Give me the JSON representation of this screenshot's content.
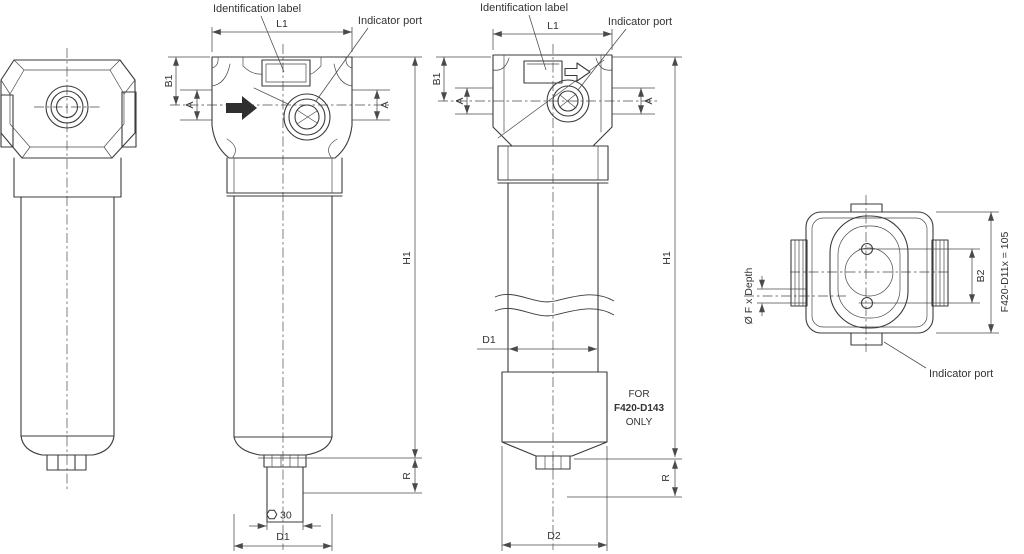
{
  "drawing": {
    "background": "#ffffff",
    "line_color": "#3b3b3b",
    "dim_color": "#4a4a4a",
    "text_color": "#333333",
    "callouts": {
      "identification_label": "Identification label",
      "indicator_port": "Indicator port"
    },
    "dimensions": {
      "l1": "L1",
      "b1": "B1",
      "a": "A",
      "h1": "H1",
      "r": "R",
      "d1": "D1",
      "d2": "D2",
      "b2": "B2",
      "hex_across_flats": "30",
      "port_thread": "Ø F x Depth",
      "overall_height": "F420-D11x = 105"
    },
    "note": {
      "line1": "FOR",
      "line2": "F420-D143",
      "line3": "ONLY"
    }
  }
}
